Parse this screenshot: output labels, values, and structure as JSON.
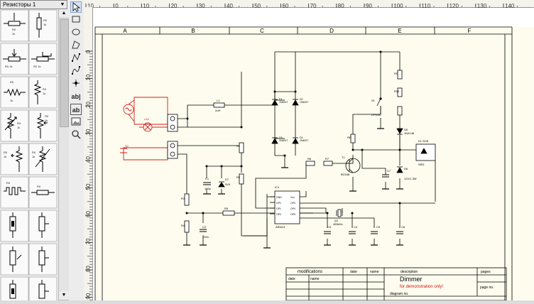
{
  "library": {
    "title": "Резисторы 1",
    "dropdown_icon": "chevron-down-icon",
    "items": [
      {
        "l1": "R0",
        "l2": "1k"
      },
      {
        "l1": "R0",
        "l2": "1k"
      },
      {
        "l1": "R0  1k",
        "l2": ""
      },
      {
        "l1": "R0  1k",
        "l2": ""
      },
      {
        "l1": "R0",
        "l2": "1k"
      },
      {
        "l1": "R0",
        "l2": "1k"
      },
      {
        "l1": "R0",
        "l2": "1k"
      },
      {
        "l1": "R0",
        "l2": "1k"
      },
      {
        "l1": "R0",
        "l2": "1k"
      },
      {
        "l1": "R0",
        "l2": "1k"
      },
      {
        "l1": "R0",
        "l2": ""
      },
      {
        "l1": "R0",
        "l2": ""
      },
      {
        "l1": "",
        "l2": ""
      },
      {
        "l1": "",
        "l2": ""
      },
      {
        "l1": "",
        "l2": ""
      },
      {
        "l1": "",
        "l2": ""
      },
      {
        "l1": "",
        "l2": ""
      },
      {
        "l1": "",
        "l2": ""
      }
    ]
  },
  "tools": [
    "pointer",
    "rectangle",
    "ellipse",
    "polygon",
    "polyline",
    "bezier",
    "junction",
    "text",
    "text-frame",
    "image",
    "zoom"
  ],
  "ruler": {
    "h_labels": [
      "10",
      "0",
      "10",
      "20",
      "30",
      "40",
      "50",
      "60",
      "70",
      "80",
      "90",
      "100",
      "110",
      "120",
      "130",
      "140"
    ],
    "v_labels": [
      "0",
      "10",
      "20",
      "30",
      "40",
      "50",
      "60",
      "70",
      "80",
      "90"
    ]
  },
  "sheet": {
    "columns": [
      "A",
      "B",
      "C",
      "D",
      "E",
      "F"
    ]
  },
  "title_block": {
    "modifications": "modifications",
    "date": "date",
    "name": "name",
    "description": "description",
    "pages": "pages",
    "row_date": "date",
    "row_name": "name",
    "title": "Dimmer",
    "subtitle": "for demonstration only!",
    "page_no": "page no.",
    "diagram_no": "diagram no."
  },
  "components": {
    "d1": "D1",
    "d1v": "1N4007",
    "d2": "D2",
    "d2v": "1N4007",
    "d3": "D3",
    "d3v": "1N4007",
    "d4": "D4",
    "d4v": "1N4007",
    "l1": "L1",
    "l1v": "2uH",
    "s1": "S1",
    "s1v": "CP4/3C",
    "r1": "R1",
    "r2": "R2",
    "r3": "R3",
    "r4": "R4",
    "r5": "R5",
    "r6": "R6",
    "r7": "R7",
    "r8": "R8",
    "r9": "R9",
    "r10": "R10",
    "c1": "C1",
    "c1v": "100p",
    "c2": "C2",
    "c2v": "100n",
    "c3": "C3",
    "c4": "C4",
    "c5": "C5",
    "c6": "C6",
    "c7": "C7",
    "t1": "T1",
    "t1v": "BC548",
    "d5": "D5",
    "d5v": "1N4148",
    "d6": "D6",
    "d6v": "12V/1.3W",
    "d7": "D7",
    "d7v": "3V9",
    "ic1": "IC1",
    "ic1v": "ARM13",
    "ic1_pins_l": [
      "GND",
      "OP1",
      "OP1",
      "OP2"
    ],
    "ic1_pins_r": [
      "Vcc",
      "OP3",
      "OP4",
      "OP5"
    ],
    "q1": "Q1",
    "q1v": "455kHz",
    "k1": "K1 SO8",
    "k1v": "SRD"
  }
}
